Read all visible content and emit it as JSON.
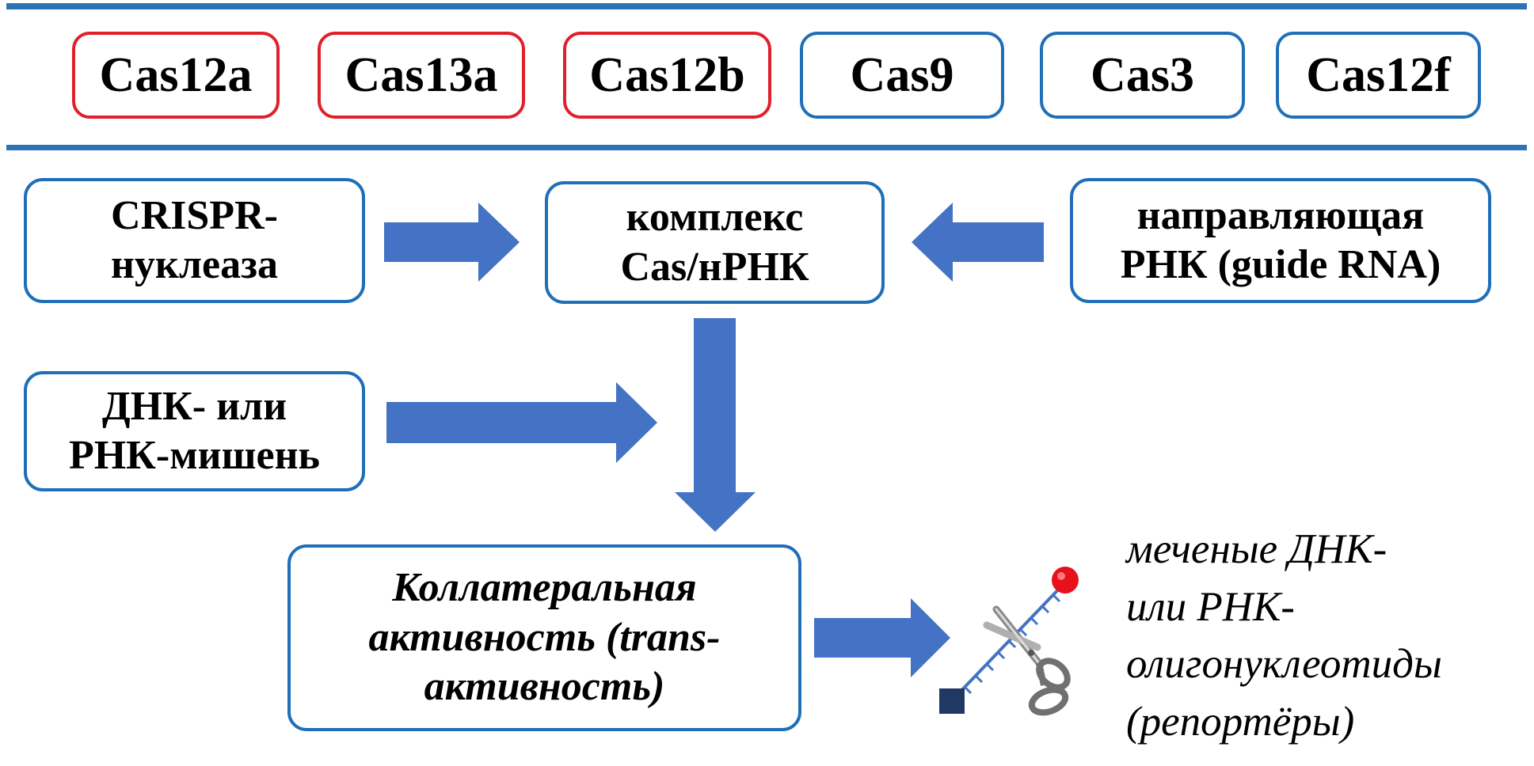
{
  "cas_proteins": [
    {
      "label": "Cas12a",
      "color": "#e0202a"
    },
    {
      "label": "Cas13a",
      "color": "#e0202a"
    },
    {
      "label": "Cas12b",
      "color": "#e0202a"
    },
    {
      "label": "Cas9",
      "color": "#1f6fb8"
    },
    {
      "label": "Cas3",
      "color": "#1f6fb8"
    },
    {
      "label": "Cas12f",
      "color": "#1f6fb8"
    }
  ],
  "nodes": {
    "nuclease": {
      "line1": "CRISPR-",
      "line2": "нуклеаза"
    },
    "complex": {
      "line1": "комплекс",
      "line2": "Cas/нРНК"
    },
    "guide_rna": {
      "line1": "направляющая",
      "line2": "РНК (guide RNA)"
    },
    "target": {
      "line1": "ДНК- или",
      "line2": "РНК-мишень"
    },
    "collateral": {
      "line1": "Коллатеральная",
      "line2": "активность (trans-",
      "line3": "активность)"
    }
  },
  "reporters": {
    "line1": "меченые ДНК-",
    "line2": "или РНК-",
    "line3": "олигонуклеотиды",
    "line4": "(репортёры)"
  },
  "colors": {
    "arrow": "#4472c4",
    "rule": "#2e74b5",
    "red_border": "#e0202a",
    "blue_border": "#1f6fb8",
    "fluorophore": "#e8101a",
    "quencher": "#1f3864"
  },
  "icons": [
    "scissors-icon",
    "reporter-probe-icon"
  ]
}
